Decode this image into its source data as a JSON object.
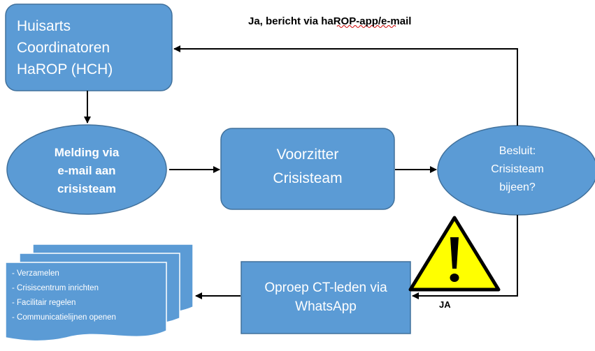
{
  "hch_box": {
    "line1": "Huisarts",
    "line2": "Coordinatoren",
    "line3": "HaROP (HCH)"
  },
  "melding_ellipse": {
    "line1": "Melding via",
    "line2": "e-mail aan",
    "line3": "crisisteam"
  },
  "voorzitter_box": {
    "line1": "Voorzitter",
    "line2": "Crisisteam"
  },
  "besluit_ellipse": {
    "line1": "Besluit:",
    "line2": "Crisisteam",
    "line3": "bijeen?"
  },
  "oproep_box": {
    "line1": "Oproep CT-leden via",
    "line2": "WhatsApp"
  },
  "docs": {
    "items": [
      "- Verzamelen",
      "- Crisiscentrum inrichten",
      "- Facilitair regelen",
      "- Communicatielijnen openen"
    ]
  },
  "edge_labels": {
    "top": "Ja, bericht via haROP-app/e-mail",
    "ja": "JA"
  },
  "colors": {
    "shape_fill": "#5b9bd5",
    "shape_stroke": "#41719c",
    "warning_fill": "#ffff00",
    "arrow": "#000000"
  },
  "icons": {
    "warning": "warning-triangle-icon"
  }
}
